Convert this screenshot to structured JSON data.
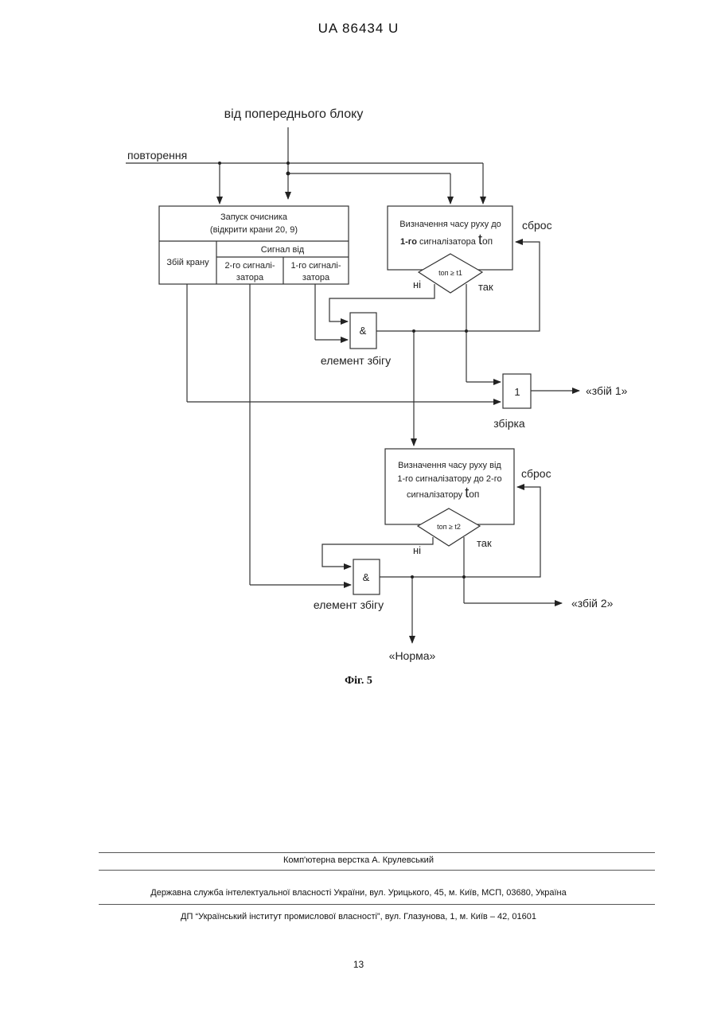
{
  "header": {
    "doc_id": "UA 86434 U"
  },
  "diagram": {
    "from_prev_block": "від попереднього блоку",
    "repeat": "повторення",
    "start_line1": "Запуск очисника",
    "start_line2": "(відкрити крани 20, 9)",
    "signal_from": "Сигнал від",
    "crane_fail": "Збій крану",
    "sig2_line1": "2-го сигналі-",
    "sig2_line2": "затора",
    "sig1_line1": "1-го сигналі-",
    "sig1_line2": "затора",
    "t1_line1": "Визначення часу руху до",
    "t1_line2a": "1-го",
    "t1_line2b": " сигналізатора ",
    "t_op": "t",
    "t_op_sub": "оп",
    "reset1": "сброс",
    "cond1": "tоп ≥ t1",
    "no1": "ні",
    "yes1": "так",
    "and1_symbol": "&",
    "and1_label": "елемент збігу",
    "or_symbol": "1",
    "or_label": "збірка",
    "fail1": "«збій 1»",
    "t2_line1": "Визначення часу руху від",
    "t2_line2": "1-го сигналізатору до 2-го",
    "t2_line3": "сигналізатору ",
    "reset2": "сброс",
    "cond2": "tоп ≥ t2",
    "no2": "ні",
    "yes2": "так",
    "and2_symbol": "&",
    "and2_label": "елемент збігу",
    "fail2": "«збій 2»",
    "norm": "«Норма»"
  },
  "caption": "Фіг. 5",
  "footer": {
    "layout_by": "Комп'ютерна верстка А. Крулевський",
    "agency": "Державна служба інтелектуальної власності України, вул. Урицького, 45, м. Київ, МСП, 03680, Україна",
    "institute": "ДП “Український інститут промислової власності”, вул. Глазунова, 1, м. Київ – 42, 01601"
  },
  "page_number": "13"
}
